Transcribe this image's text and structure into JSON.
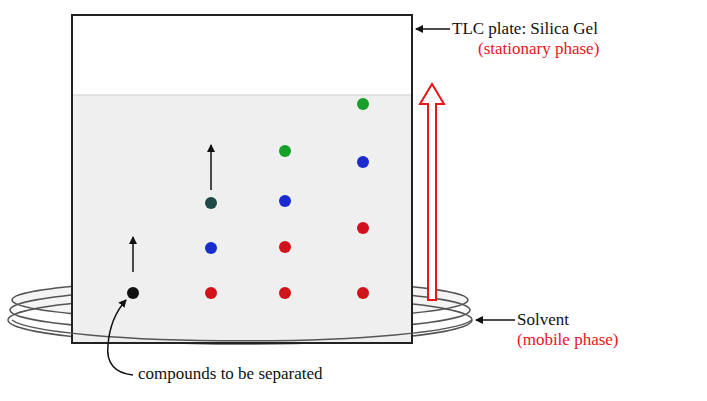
{
  "diagram": {
    "labels": [
      "TLC plate: Silica Gel",
      "(stationary phase)",
      "Solvent",
      "(mobile phase)",
      "compounds to be separated"
    ]
  }
}
